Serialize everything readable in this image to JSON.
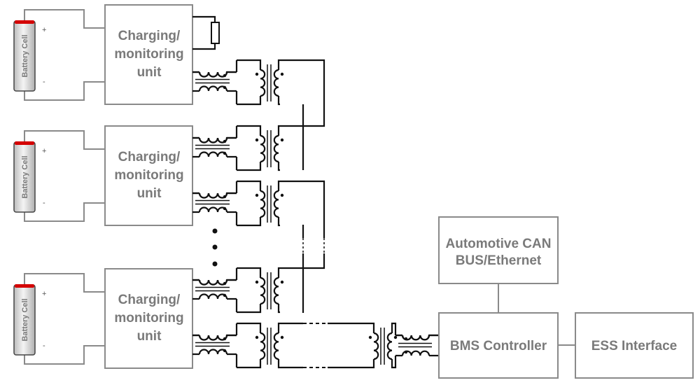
{
  "units": [
    {
      "label_lines": [
        "Charging/",
        "monitoring",
        "unit"
      ],
      "battery_label": "Battery Cell",
      "plus": "+",
      "minus": "-"
    },
    {
      "label_lines": [
        "Charging/",
        "monitoring",
        "unit"
      ],
      "battery_label": "Battery Cell",
      "plus": "+",
      "minus": "-"
    },
    {
      "label_lines": [
        "Charging/",
        "monitoring",
        "unit"
      ],
      "battery_label": "Battery Cell",
      "plus": "+",
      "minus": "-"
    }
  ],
  "can_box": {
    "label_lines": [
      "Automotive CAN",
      "BUS/Ethernet"
    ]
  },
  "bms_box": {
    "label": "BMS Controller"
  },
  "ess_box": {
    "label": "ESS Interface"
  },
  "colors": {
    "box_stroke": "#8a8a8a",
    "text": "#7a7a7a",
    "wire": "#111111",
    "battery_cap": "#d40000"
  }
}
